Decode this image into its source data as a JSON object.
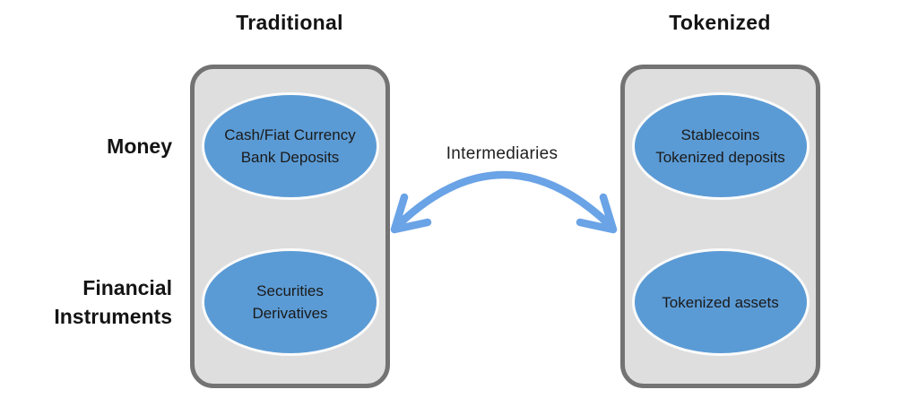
{
  "columns": [
    {
      "title": "Traditional",
      "cells": [
        {
          "lines": [
            "Cash/Fiat Currency",
            "Bank Deposits"
          ]
        },
        {
          "lines": [
            "Securities",
            "Derivatives"
          ]
        }
      ]
    },
    {
      "title": "Tokenized",
      "cells": [
        {
          "lines": [
            "Stablecoins",
            "Tokenized deposits"
          ]
        },
        {
          "lines": [
            "Tokenized assets"
          ]
        }
      ]
    }
  ],
  "row_labels": [
    {
      "lines": [
        "Money"
      ]
    },
    {
      "lines": [
        "Financial",
        "Instruments"
      ]
    }
  ],
  "connector": {
    "label": "Intermediaries"
  },
  "colors": {
    "ellipse_fill": "#5b9bd5",
    "ellipse_border": "#fbfbfb",
    "panel_fill": "#dedede",
    "panel_border": "#737373",
    "arrow": "#6aa3e6",
    "text": "#1a1a1a",
    "background": "#ffffff"
  }
}
